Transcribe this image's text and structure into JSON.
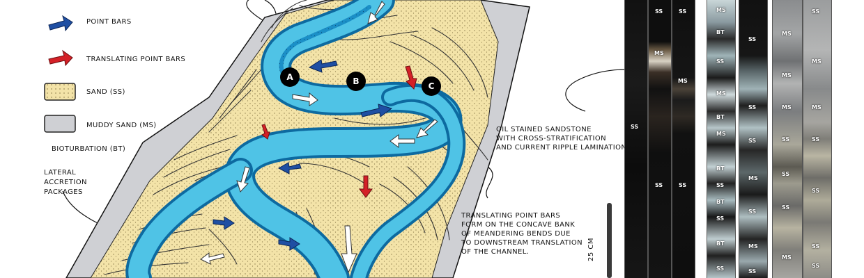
{
  "legend": {
    "point_bars": "POINT BARS",
    "translating_point_bars": "TRANSLATING POINT BARS",
    "sand": "SAND (SS)",
    "muddy_sand": "MUDDY SAND (MS)",
    "bioturbation": "BIOTURBATION (BT)"
  },
  "labels": {
    "lateral_1": "LATERAL",
    "lateral_2": "ACCRETION",
    "lateral_3": "PACKAGES",
    "oil_1": "OIL STAINED SANDSTONE",
    "oil_2": "WITH CROSS-STRATIFICATION",
    "oil_3": "AND CURRENT RIPPLE LAMINATION.",
    "trans_1": "TRANSLATING POINT BARS",
    "trans_2": "FORM ON THE CONCAVE BANK",
    "trans_3": "OF MEANDERING BENDS DUE",
    "trans_4": "TO DOWNSTREAM TRANSLATION",
    "trans_5": "OF THE CHANNEL.",
    "scale": "25 CM"
  },
  "markers": {
    "a": "A",
    "b": "B",
    "c": "C"
  },
  "core_tags": {
    "core1": [
      "SS"
    ],
    "core2": [
      "SS",
      "MS",
      "SS"
    ],
    "core3": [
      "SS",
      "MS",
      "SS"
    ],
    "core4": [
      "MS",
      "BT",
      "SS",
      "MS",
      "BT",
      "MS",
      "BT",
      "SS",
      "BT",
      "SS",
      "BT",
      "SS"
    ],
    "core5": [
      "SS",
      "SS",
      "SS",
      "MS",
      "SS",
      "MS",
      "SS"
    ],
    "core6": [
      "MS",
      "MS",
      "MS",
      "SS",
      "SS",
      "SS",
      "MS"
    ],
    "core7": [
      "SS",
      "MS",
      "MS",
      "SS",
      "SS",
      "SS",
      "SS"
    ]
  },
  "colors": {
    "sand": "#f3e3a8",
    "muddy_sand": "#cfd0d4",
    "water": "#4fc3e6",
    "water_dark": "#1b8fc7",
    "arrow_blue": "#1f4fa3",
    "arrow_red": "#d42027"
  }
}
